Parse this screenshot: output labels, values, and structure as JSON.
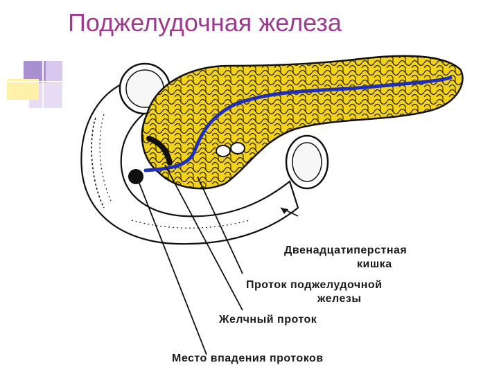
{
  "slide": {
    "title": "Поджелудочная железа"
  },
  "labels": {
    "duodenum_line1": "Двенадцатиперстная",
    "duodenum_line2": "кишка",
    "duct_line1": "Проток поджелудочной",
    "duct_line2": "железы",
    "bile_duct": "Желчный проток",
    "junction": "Место впадения протоков"
  },
  "colors": {
    "title": "#9b3a8f",
    "pancreas": "#f2d21b",
    "duct": "#1f2fb8",
    "accent_purple": "#a98fd0",
    "accent_yellow": "#fff2a8"
  }
}
